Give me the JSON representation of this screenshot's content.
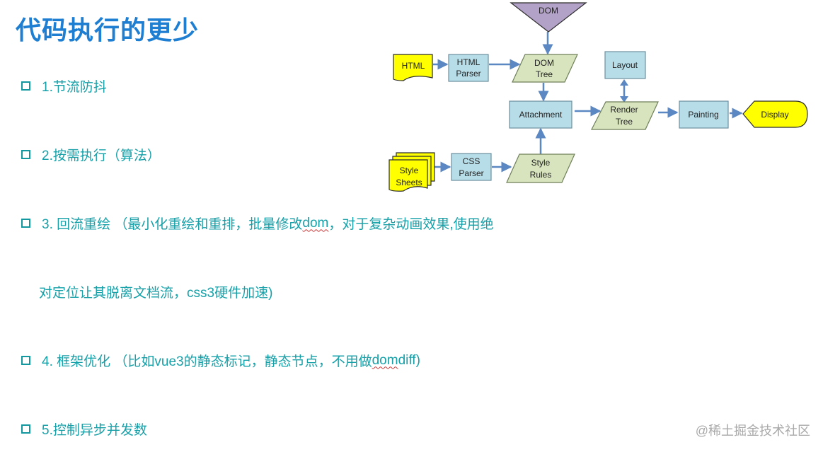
{
  "title": "代码执行的更少",
  "bullets": [
    {
      "text": "1.节流防抖"
    },
    {
      "text": "2.按需执行（算法）"
    },
    {
      "pre": "3. 回流重绘 （最小化重绘和重排，批量修改",
      "mark": "dom",
      "post": "，对于复杂动画效果,使用绝",
      "cont": "对定位让其脱离文档流，css3硬件加速)"
    },
    {
      "pre": "4. 框架优化 （比如vue3的静态标记，静态节点，不用做",
      "mark": "dom",
      "post": " diff)"
    },
    {
      "text": "5.控制异步并发数"
    }
  ],
  "diagram": {
    "dom_label": "DOM",
    "html_label": "HTML",
    "html_parser": [
      "HTML",
      "Parser"
    ],
    "dom_tree": [
      "DOM",
      "Tree"
    ],
    "layout": "Layout",
    "attachment": "Attachment",
    "render_tree": [
      "Render",
      "Tree"
    ],
    "painting": "Painting",
    "display": "Display",
    "style_sheets": [
      "Style",
      "Sheets"
    ],
    "css_parser": [
      "CSS",
      "Parser"
    ],
    "style_rules": [
      "Style",
      "Rules"
    ]
  },
  "colors": {
    "title": "#1e7fd2",
    "bullet_text": "#17a0a8",
    "box_blue": "#b7dde8",
    "para_green": "#d7e4bd",
    "doc_yellow": "#ffff00",
    "dom_purple": "#b3a2c7",
    "arrow": "#5b87c2"
  },
  "watermark": "@稀土掘金技术社区"
}
